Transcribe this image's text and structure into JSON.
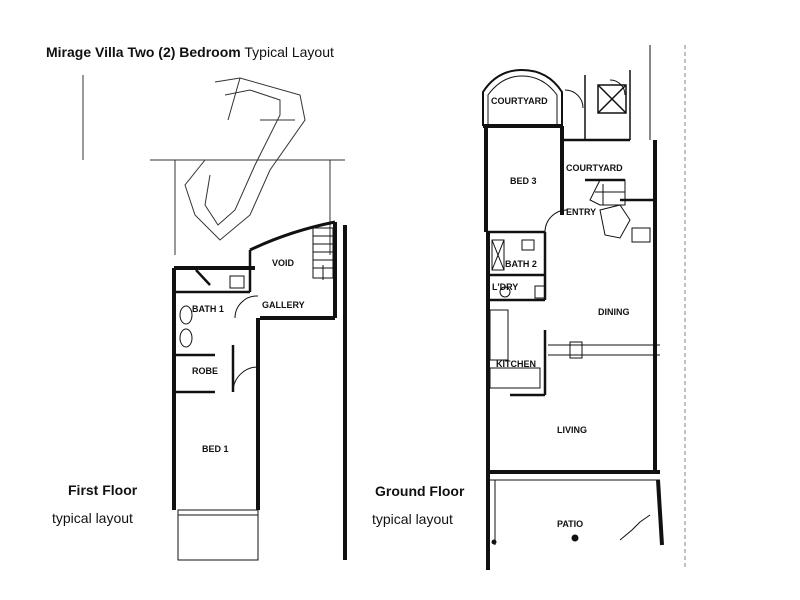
{
  "header": {
    "title_bold": "Mirage Villa Two (2) Bedroom",
    "title_rest": "Typical Layout"
  },
  "first_floor": {
    "title": "First Floor",
    "subtitle": "typical layout",
    "rooms": {
      "void": "VOID",
      "bath": "BATH 1",
      "gallery": "GALLERY",
      "robe": "ROBE",
      "bed": "BED 1"
    }
  },
  "ground_floor": {
    "title": "Ground Floor",
    "subtitle": "typical layout",
    "rooms": {
      "courtyard_top": "COURTYARD",
      "bed": "BED 3",
      "courtyard_right": "COURTYARD",
      "entry": "ENTRY",
      "bath": "BATH 2",
      "laundry": "L'DRY",
      "dining": "DINING",
      "kitchen": "KITCHEN",
      "living": "LIVING",
      "patio": "PATIO"
    }
  }
}
